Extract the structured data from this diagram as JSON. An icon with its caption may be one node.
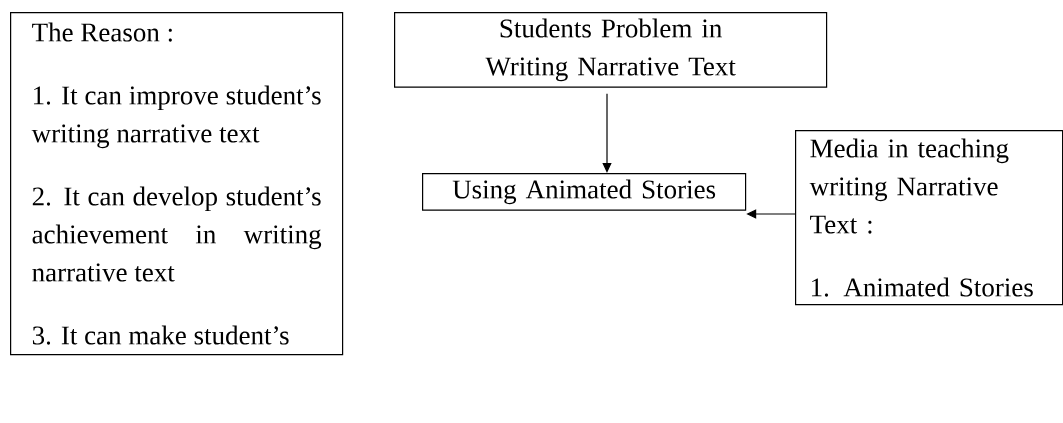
{
  "diagram": {
    "nodes": [
      {
        "text": [
          "The Reason :",
          "1. It can improve student’s writing narrative text",
          "2. It can develop student’s achievement in writing narrative text",
          "3. It can make student’s"
        ]
      },
      {
        "text": [
          "Students Problem in Writing Narrative Text"
        ]
      },
      {
        "text": [
          "Using Animated Stories"
        ]
      },
      {
        "text": [
          "Media in teaching writing Narrative Text :",
          "1. Animated Stories"
        ]
      }
    ],
    "edges": [
      {
        "from": 1,
        "to": 2,
        "arrow": "to"
      },
      {
        "from": 3,
        "to": 2,
        "arrow": "to"
      }
    ]
  }
}
